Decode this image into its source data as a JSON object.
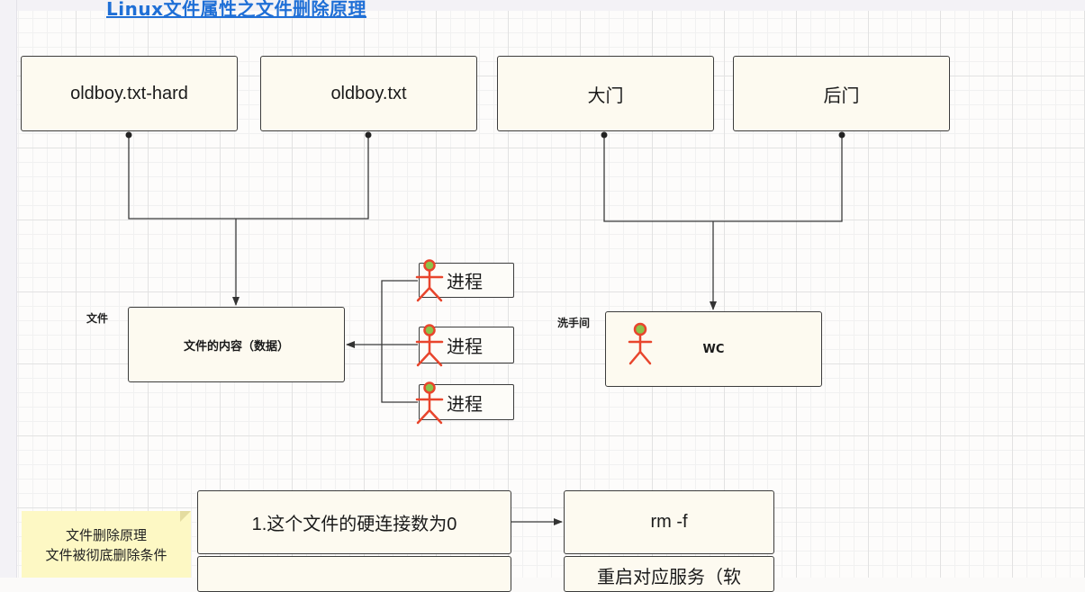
{
  "title": "Linux文件属性之文件删除原理",
  "boxes": {
    "hard": "oldboy.txt-hard",
    "file": "oldboy.txt",
    "front_door": "大门",
    "back_door": "后门",
    "content": "文件的内容（数据）",
    "wc": "WC",
    "condition1": "1.这个文件的硬连接数为0",
    "rm": "rm -f",
    "restart": "重启对应服务（软"
  },
  "labels": {
    "file_label": "文件",
    "restroom_label": "洗手间"
  },
  "processes": [
    "进程",
    "进程",
    "进程"
  ],
  "note": {
    "line1": "文件删除原理",
    "line2": "文件被彻底删除条件"
  },
  "colors": {
    "title": "#1f6fd6",
    "box_fill": "#fdfaf0",
    "actor_stroke": "#e8452c",
    "actor_head_fill": "#8bc34a",
    "note_fill": "#fdf8c4"
  }
}
